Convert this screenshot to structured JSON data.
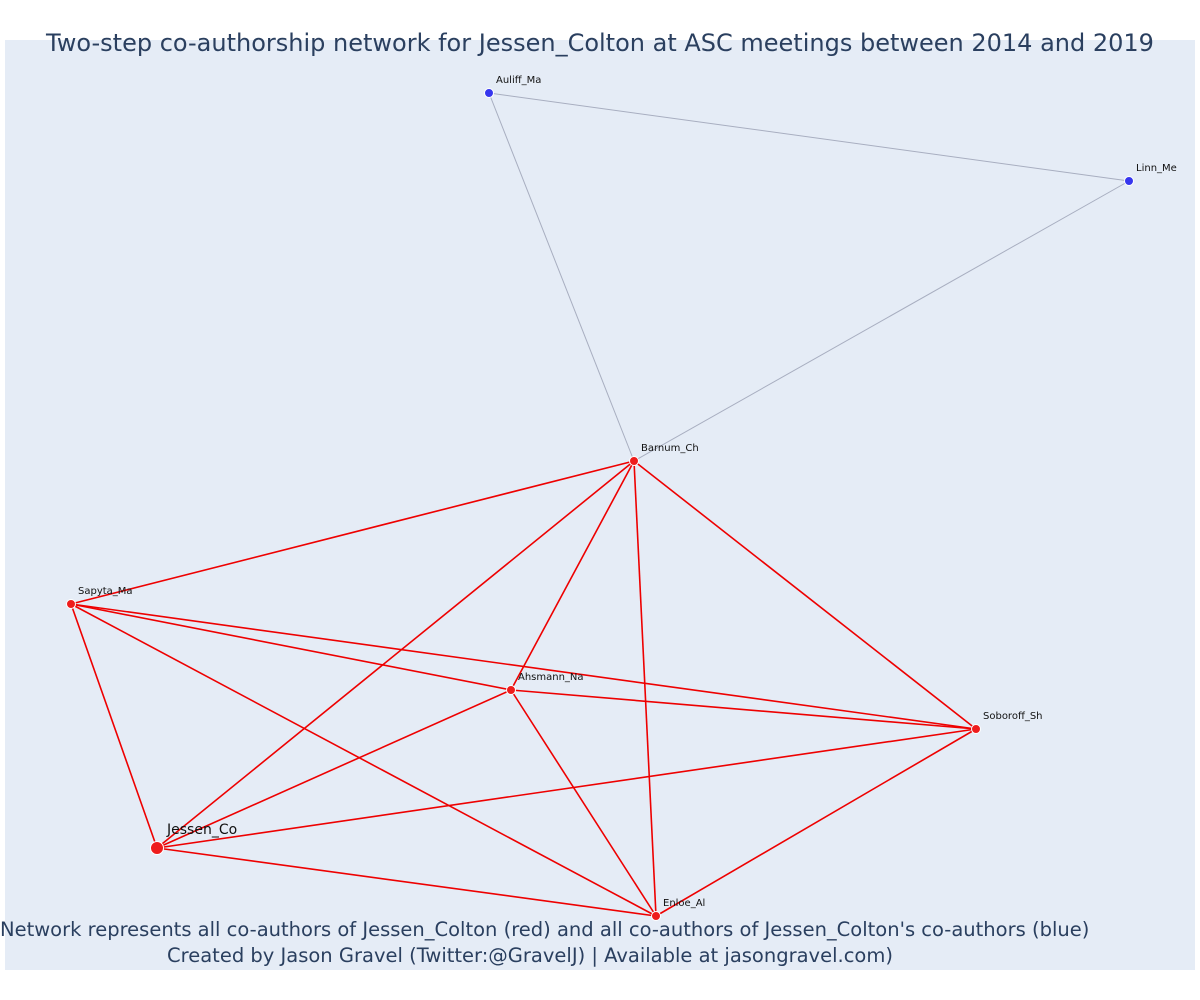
{
  "title": "Two-step co-authorship network for Jessen_Colton at ASC meetings between 2014 and 2019",
  "annotation": {
    "line1": "Network represents all co-authors of Jessen_Colton (red) and all co-authors of Jessen_Colton's co-authors (blue)",
    "line2": "Created by Jason Gravel (Twitter:@GravelJ) | Available at jasongravel.com)"
  },
  "colors": {
    "coauthor": "#ee1c1c",
    "second_step": "#3636ee",
    "coauthor_edge": "#ee0000",
    "second_step_edge": "#a8aec0",
    "background": "#e5ecf6",
    "text": "#2a3f5f"
  },
  "nodes": [
    {
      "id": "Jessen_Co",
      "label": "Jessen_Co",
      "group": "focal"
    },
    {
      "id": "Sapyta_Ma",
      "label": "Sapyta_Ma",
      "group": "coauthor"
    },
    {
      "id": "Barnum_Ch",
      "label": "Barnum_Ch",
      "group": "coauthor"
    },
    {
      "id": "Ahsmann_Na",
      "label": "Ahsmann_Na",
      "group": "coauthor"
    },
    {
      "id": "Soboroff_Sh",
      "label": "Soboroff_Sh",
      "group": "coauthor"
    },
    {
      "id": "Enloe_Al",
      "label": "Enloe_Al",
      "group": "coauthor"
    },
    {
      "id": "Auliff_Ma",
      "label": "Auliff_Ma",
      "group": "second_step"
    },
    {
      "id": "Linn_Me",
      "label": "Linn_Me",
      "group": "second_step"
    }
  ],
  "edges": [
    {
      "source": "Auliff_Ma",
      "target": "Linn_Me",
      "type": "second_step"
    },
    {
      "source": "Auliff_Ma",
      "target": "Barnum_Ch",
      "type": "second_step"
    },
    {
      "source": "Linn_Me",
      "target": "Barnum_Ch",
      "type": "second_step"
    },
    {
      "source": "Barnum_Ch",
      "target": "Sapyta_Ma",
      "type": "coauthor"
    },
    {
      "source": "Barnum_Ch",
      "target": "Jessen_Co",
      "type": "coauthor"
    },
    {
      "source": "Barnum_Ch",
      "target": "Ahsmann_Na",
      "type": "coauthor"
    },
    {
      "source": "Barnum_Ch",
      "target": "Enloe_Al",
      "type": "coauthor"
    },
    {
      "source": "Barnum_Ch",
      "target": "Soboroff_Sh",
      "type": "coauthor"
    },
    {
      "source": "Sapyta_Ma",
      "target": "Ahsmann_Na",
      "type": "coauthor"
    },
    {
      "source": "Sapyta_Ma",
      "target": "Soboroff_Sh",
      "type": "coauthor"
    },
    {
      "source": "Sapyta_Ma",
      "target": "Enloe_Al",
      "type": "coauthor"
    },
    {
      "source": "Sapyta_Ma",
      "target": "Jessen_Co",
      "type": "coauthor"
    },
    {
      "source": "Ahsmann_Na",
      "target": "Soboroff_Sh",
      "type": "coauthor"
    },
    {
      "source": "Ahsmann_Na",
      "target": "Jessen_Co",
      "type": "coauthor"
    },
    {
      "source": "Ahsmann_Na",
      "target": "Enloe_Al",
      "type": "coauthor"
    },
    {
      "source": "Soboroff_Sh",
      "target": "Jessen_Co",
      "type": "coauthor"
    },
    {
      "source": "Soboroff_Sh",
      "target": "Enloe_Al",
      "type": "coauthor"
    },
    {
      "source": "Jessen_Co",
      "target": "Enloe_Al",
      "type": "coauthor"
    }
  ]
}
